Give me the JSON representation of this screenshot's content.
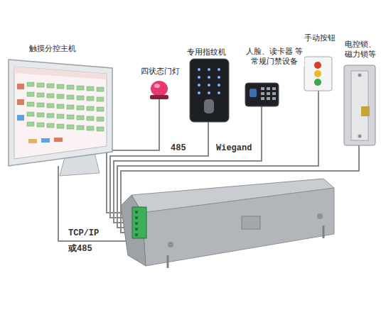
{
  "diagram": {
    "labels": [
      "触摸分控主机",
      "四状态门灯",
      "专用指纹机",
      "人脸、读卡器 等常规门禁设备",
      "手动按钮",
      "电控锁、 磁力锁等",
      "485",
      "Wiegand",
      "TCP/IP",
      "或485"
    ]
  }
}
